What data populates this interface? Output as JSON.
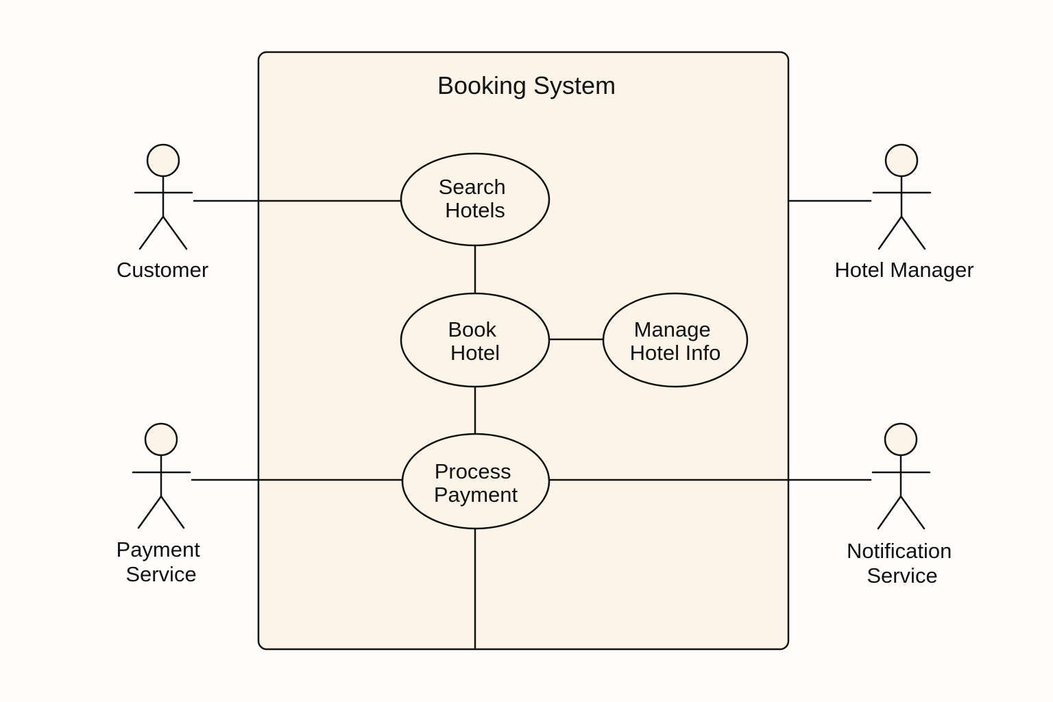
{
  "diagram": {
    "system_title": "Booking System",
    "colors": {
      "background": "#fefdfb",
      "boundary_fill": "#fcf4e8",
      "stroke": "#111111",
      "actor_head_fill": "#fcf4e8"
    },
    "actors": {
      "customer": [
        "Customer"
      ],
      "hotel_manager": [
        "Hotel Manager"
      ],
      "payment_service": [
        "Payment",
        "Service"
      ],
      "notification_service": [
        "Notification",
        "Service"
      ]
    },
    "use_cases": {
      "search_hotels": [
        "Search",
        "Hotels"
      ],
      "book_hotel": [
        "Book",
        "Hotel"
      ],
      "manage_hotel_info": [
        "Manage",
        "Hotel Info"
      ],
      "process_payment": [
        "Process",
        "Payment"
      ]
    }
  }
}
